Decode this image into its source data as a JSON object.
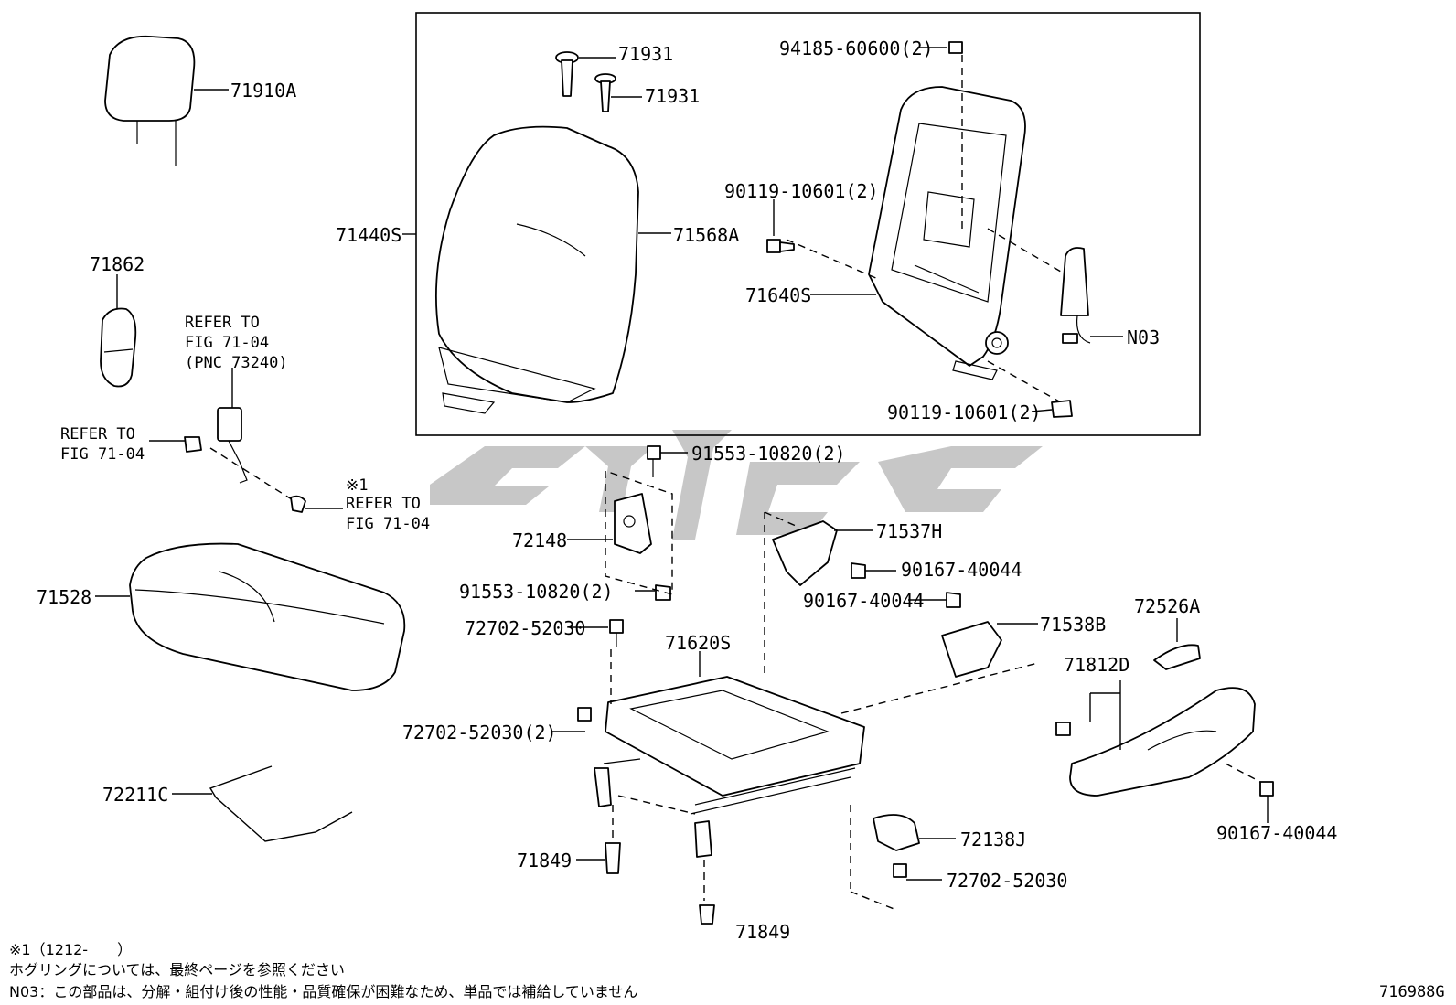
{
  "labels": {
    "p71910A": "71910A",
    "p71862": "71862",
    "p71931a": "71931",
    "p71931b": "71931",
    "p71440S": "71440S",
    "p71568A": "71568A",
    "p94185": "94185-60600(2)",
    "p90119a": "90119-10601(2)",
    "p71640S": "71640S",
    "pN03": "N03",
    "p90119b": "90119-10601(2)",
    "p91553a": "91553-10820(2)",
    "p72148": "72148",
    "p91553b": "91553-10820(2)",
    "p71537H": "71537H",
    "p90167a": "90167-40044",
    "p90167b": "90167-40044",
    "p71538B": "71538B",
    "p72526A": "72526A",
    "p71812D": "71812D",
    "p72702a": "72702-52030",
    "p71620S": "71620S",
    "p72702b": "72702-52030(2)",
    "p71528": "71528",
    "p72211C": "72211C",
    "p71849a": "71849",
    "p71849b": "71849",
    "p72138J": "72138J",
    "p72702c": "72702-52030",
    "p90167c": "90167-40044"
  },
  "refers": {
    "belt_l1": "REFER TO",
    "belt_l2": "FIG 71-04",
    "belt_l3": "(PNC 73240)",
    "bolt_l1": "REFER TO",
    "bolt_l2": "FIG 71-04",
    "clip_mark": "※1",
    "clip_l1": "REFER TO",
    "clip_l2": "FIG 71-04"
  },
  "notes": {
    "line1": "※1（1212-　　）",
    "line2": "ホグリングについては、最終ページを参照ください",
    "line3": "N03：この部品は、分解・組付け後の性能・品質確保が困難なため、単品では補給していません",
    "figure_code": "716988G"
  }
}
